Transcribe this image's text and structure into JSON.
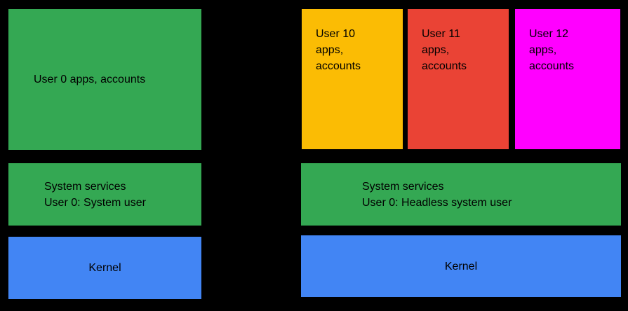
{
  "colors": {
    "background": "#000000",
    "green": "#34A853",
    "blue": "#4285F4",
    "yellow": "#FBBC04",
    "red": "#EA4335",
    "magenta": "#FF00FF",
    "text": "#000000"
  },
  "left_stack": {
    "user_apps_label": "User 0 apps, accounts",
    "system_services_label": "System services\nUser 0: System user",
    "kernel_label": "Kernel"
  },
  "right_stack": {
    "user_boxes": [
      {
        "label": "User 10\napps,\naccounts",
        "color": "#FBBC04"
      },
      {
        "label": "User 11\napps,\naccounts",
        "color": "#EA4335"
      },
      {
        "label": "User 12\napps,\naccounts",
        "color": "#FF00FF"
      }
    ],
    "system_services_label": "System services\nUser 0: Headless system user",
    "kernel_label": "Kernel"
  }
}
